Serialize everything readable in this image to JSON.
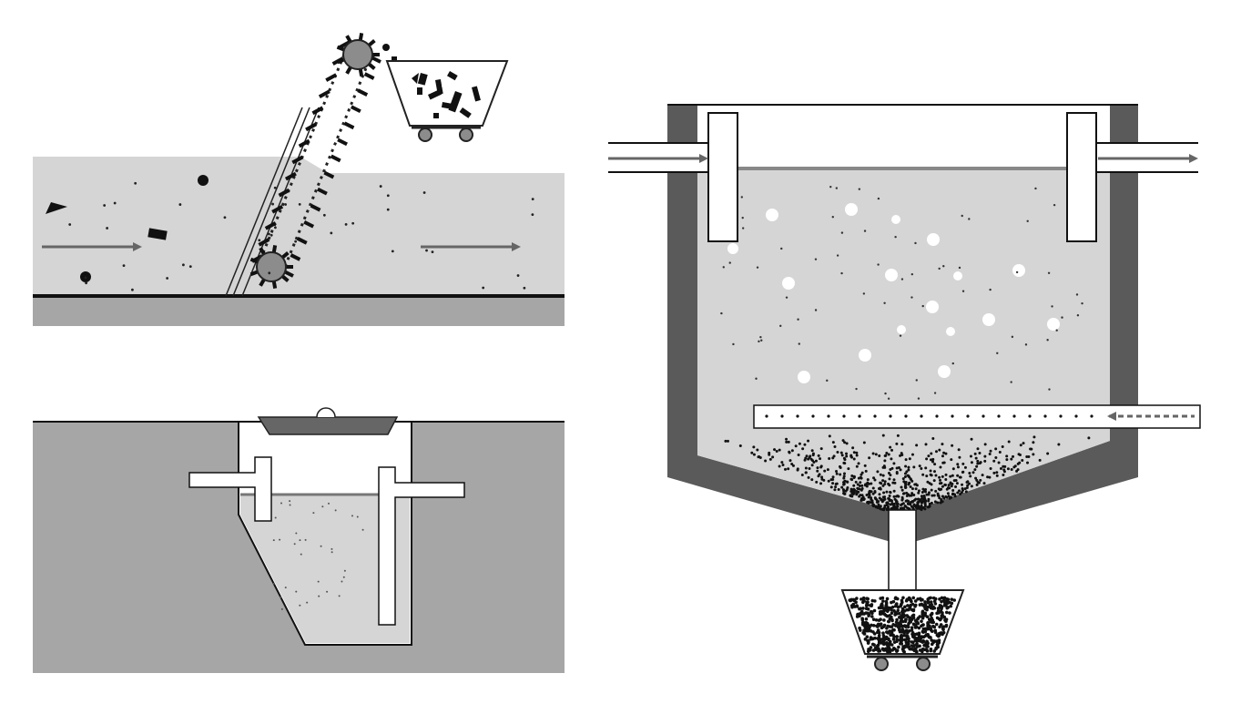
{
  "colors": {
    "background": "#ffffff",
    "water": "#d5d5d5",
    "ground": "#a6a6a6",
    "dark_wall": "#5a5a5a",
    "outline": "#111111",
    "arrow": "#666666",
    "particle": "#222222",
    "bubble": "#ffffff",
    "roller": "#8c8c8c",
    "lid": "#666666"
  },
  "panels": [
    {
      "id": "bar-screen",
      "description_hidden": true
    },
    {
      "id": "grit-chamber",
      "description_hidden": true
    },
    {
      "id": "sedimentation-tank",
      "description_hidden": true
    }
  ],
  "icons": [
    "flow-arrow-icon",
    "roller-icon",
    "cart-icon",
    "bubble-icon",
    "particle-icon"
  ]
}
